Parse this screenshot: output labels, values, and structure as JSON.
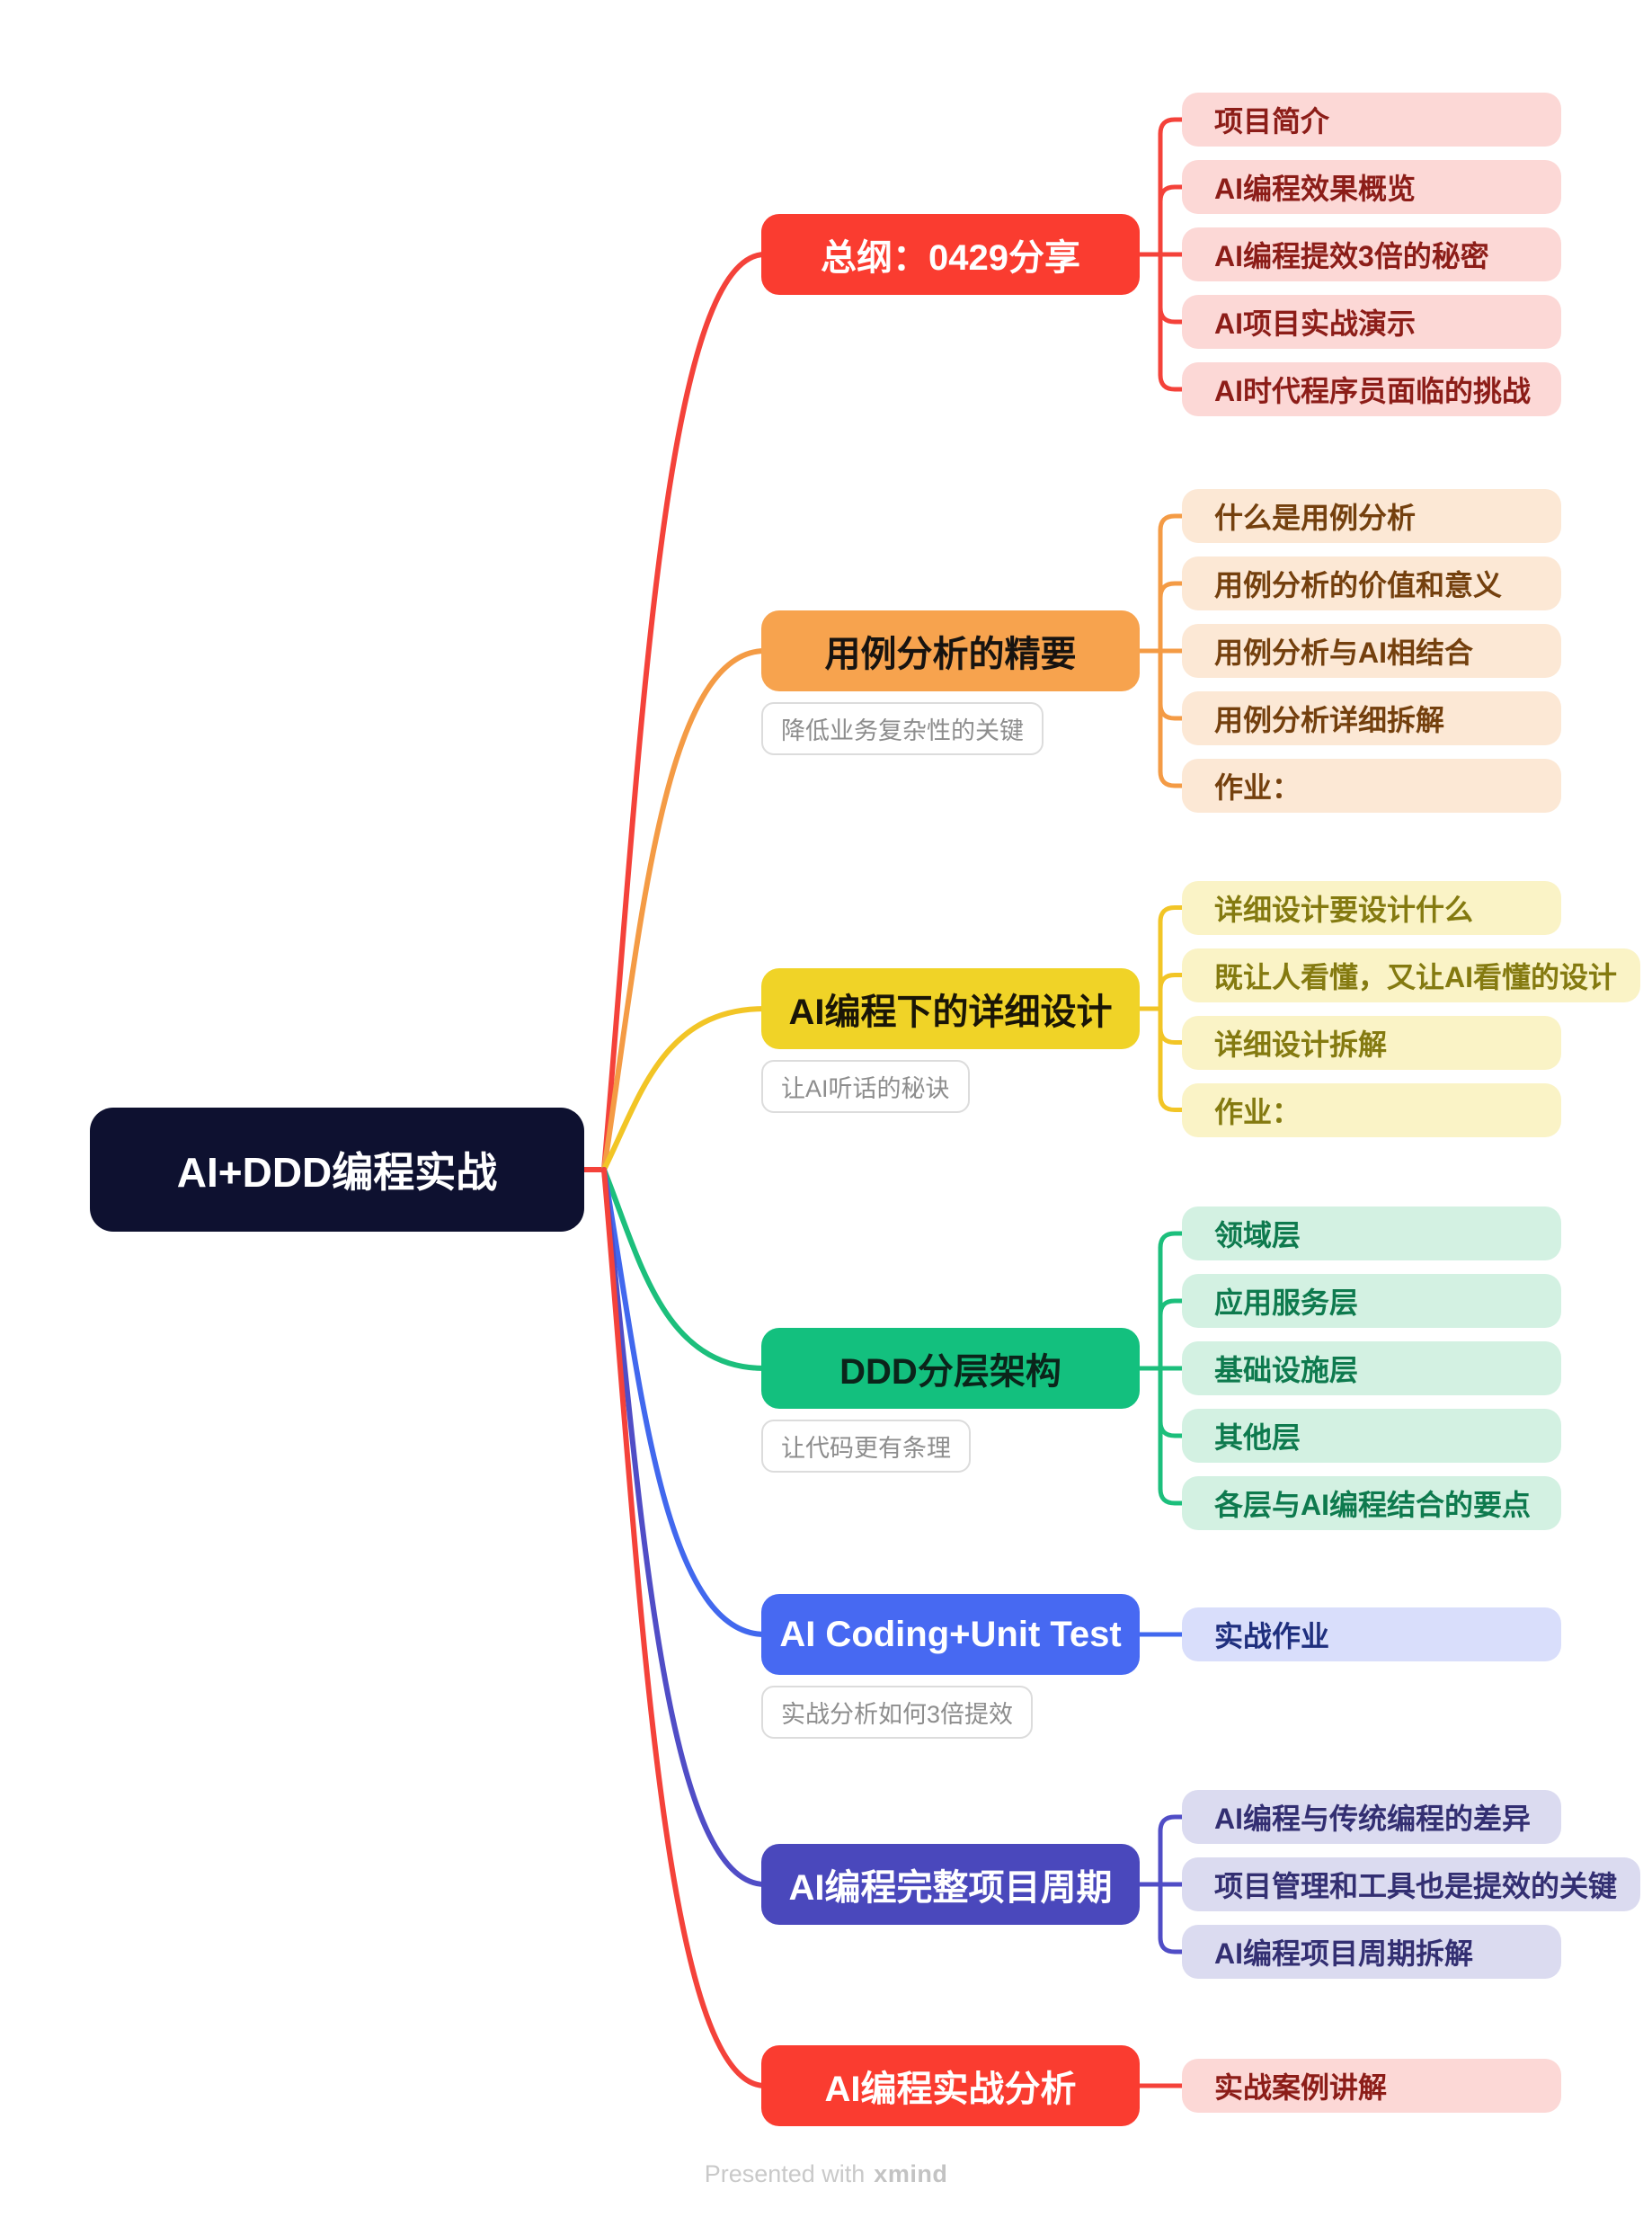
{
  "root": {
    "label": "AI+DDD编程实战",
    "bg": "#0e1130",
    "text_color": "#ffffff",
    "stub_color": "#f4423a"
  },
  "footer": {
    "prefix": "Presented with",
    "brand": "xmind"
  },
  "branches": [
    {
      "id": "overview",
      "label": "总纲：0429分享",
      "note": "",
      "colors": {
        "node_bg": "#fa3c30",
        "node_text": "#ffffff",
        "line": "#f4423a",
        "child_bg": "#fcd8d6",
        "child_text": "#8c1d18"
      },
      "children": [
        "项目简介",
        "AI编程效果概览",
        "AI编程提效3倍的秘密",
        "AI项目实战演示",
        "AI时代程序员面临的挑战"
      ]
    },
    {
      "id": "use-case-analysis",
      "label": "用例分析的精要",
      "note": "降低业务复杂性的关键",
      "colors": {
        "node_bg": "#f7a34e",
        "node_text": "#171310",
        "line": "#f49b45",
        "child_bg": "#fce8d5",
        "child_text": "#74400e"
      },
      "children": [
        "什么是用例分析",
        "用例分析的价值和意义",
        "用例分析与AI相结合",
        "用例分析详细拆解",
        "作业："
      ]
    },
    {
      "id": "detailed-design",
      "label": "AI编程下的详细设计",
      "note": "让AI听话的秘诀",
      "colors": {
        "node_bg": "#f0d327",
        "node_text": "#191507",
        "line": "#f2c526",
        "child_bg": "#faf3c6",
        "child_text": "#847a10"
      },
      "children": [
        "详细设计要设计什么",
        "既让人看懂，又让AI看懂的设计",
        "详细设计拆解",
        "作业："
      ]
    },
    {
      "id": "ddd-layers",
      "label": "DDD分层架构",
      "note": "让代码更有条理",
      "colors": {
        "node_bg": "#13c07e",
        "node_text": "#0b241a",
        "line": "#1cbf7c",
        "child_bg": "#d3f1e2",
        "child_text": "#0e7a4e"
      },
      "children": [
        "领域层",
        "应用服务层",
        "基础设施层",
        "其他层",
        "各层与AI编程结合的要点"
      ]
    },
    {
      "id": "ai-coding-unit-test",
      "label": "AI Coding+Unit Test",
      "note": "实战分析如何3倍提效",
      "colors": {
        "node_bg": "#4769f2",
        "node_text": "#ffffff",
        "line": "#4168ee",
        "child_bg": "#d9defb",
        "child_text": "#1f2f7e"
      },
      "children": [
        "实战作业"
      ]
    },
    {
      "id": "full-project-cycle",
      "label": "AI编程完整项目周期",
      "note": "",
      "colors": {
        "node_bg": "#4a48bc",
        "node_text": "#ffffff",
        "line": "#504dc6",
        "child_bg": "#dbdbf0",
        "child_text": "#332f72"
      },
      "children": [
        "AI编程与传统编程的差异",
        "项目管理和工具也是提效的关键",
        "AI编程项目周期拆解"
      ]
    },
    {
      "id": "practice-analysis",
      "label": "AI编程实战分析",
      "note": "",
      "colors": {
        "node_bg": "#fa3c30",
        "node_text": "#ffffff",
        "line": "#f4423a",
        "child_bg": "#fcd8d6",
        "child_text": "#8c1d18"
      },
      "children": [
        "实战案例讲解"
      ]
    }
  ]
}
